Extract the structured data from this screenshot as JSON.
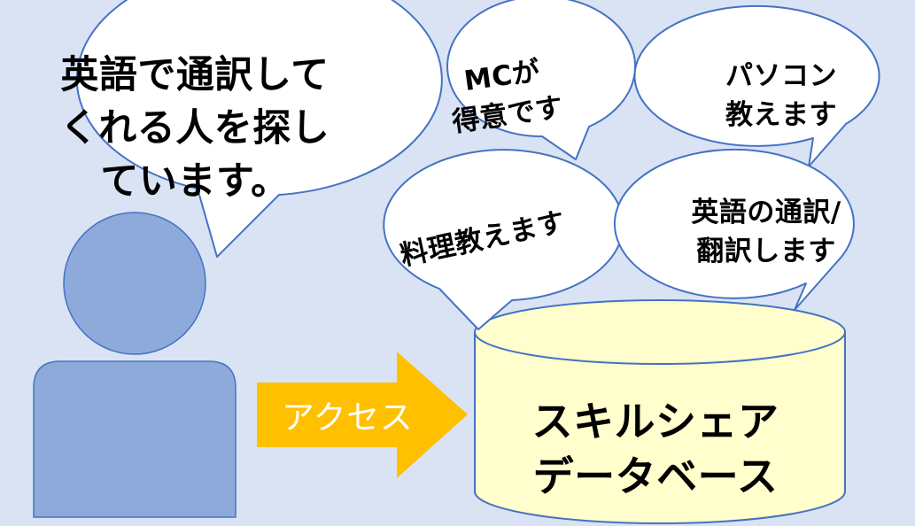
{
  "person_bubble": {
    "lines": [
      "英語で通訳して",
      "くれる人を探し",
      "ています。"
    ]
  },
  "skill_bubbles": {
    "mc": {
      "lines": [
        "MCが",
        "得意です"
      ]
    },
    "pc": {
      "lines": [
        "パソコン",
        "教えます"
      ]
    },
    "cooking": {
      "lines": [
        "料理教えます"
      ]
    },
    "english": {
      "lines": [
        "英語の通訳/",
        "翻訳します"
      ]
    }
  },
  "arrow": {
    "label": "アクセス",
    "color": "#ffc000"
  },
  "database": {
    "lines": [
      "スキルシェア",
      "データベース"
    ],
    "fill": "#fffecc"
  },
  "person": {
    "fill": "#8eaadb",
    "stroke": "#4472c4"
  },
  "colors": {
    "background": "#dae3f3",
    "bubble_fill": "#ffffff",
    "bubble_stroke": "#4472c4"
  }
}
